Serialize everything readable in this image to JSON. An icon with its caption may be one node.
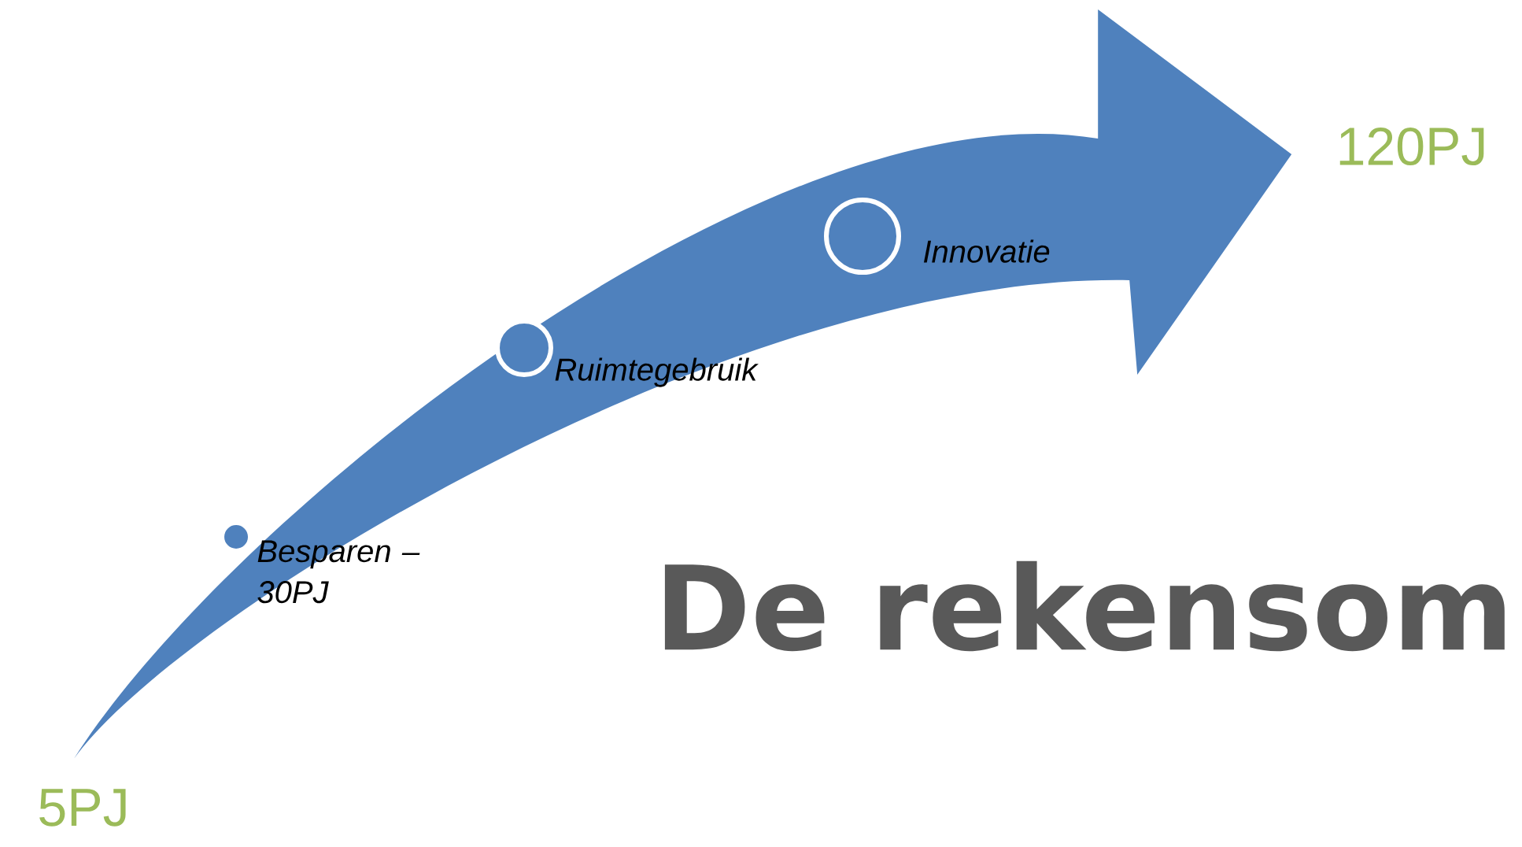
{
  "diagram": {
    "title": "De rekensom",
    "nodes": [
      {
        "text": [
          "5PJ"
        ]
      },
      {
        "text": [
          "120PJ"
        ]
      },
      {
        "text": [],
        "shape": "circle",
        "beside": [
          "Besparen – 30PJ"
        ]
      },
      {
        "text": [],
        "shape": "circle",
        "beside": [
          "Ruimtegebruik"
        ]
      },
      {
        "text": [],
        "shape": "circle",
        "beside": [
          "Innovatie"
        ]
      }
    ],
    "edges": [
      {
        "from": 0,
        "to": 1,
        "arrow": "to",
        "style": "thick",
        "color": "#4f81bd"
      }
    ]
  }
}
